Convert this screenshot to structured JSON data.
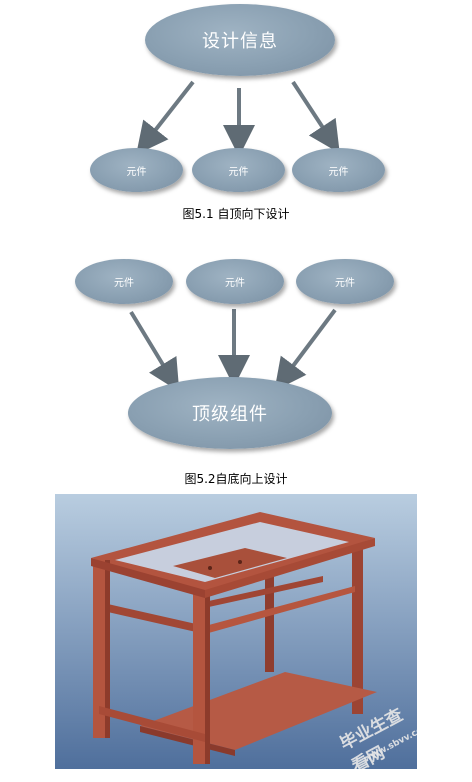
{
  "diagram1": {
    "top_node": "设计信息",
    "component_nodes": [
      "元件",
      "元件",
      "元件"
    ],
    "caption": "图5.1 自顶向下设计"
  },
  "diagram2": {
    "component_nodes": [
      "元件",
      "元件",
      "元件"
    ],
    "bottom_node": "顶级组件",
    "caption": "图5.2自底向上设计"
  },
  "figure3": {
    "watermark_main": "毕业生查看网",
    "watermark_url": "www.sbvv.com"
  }
}
